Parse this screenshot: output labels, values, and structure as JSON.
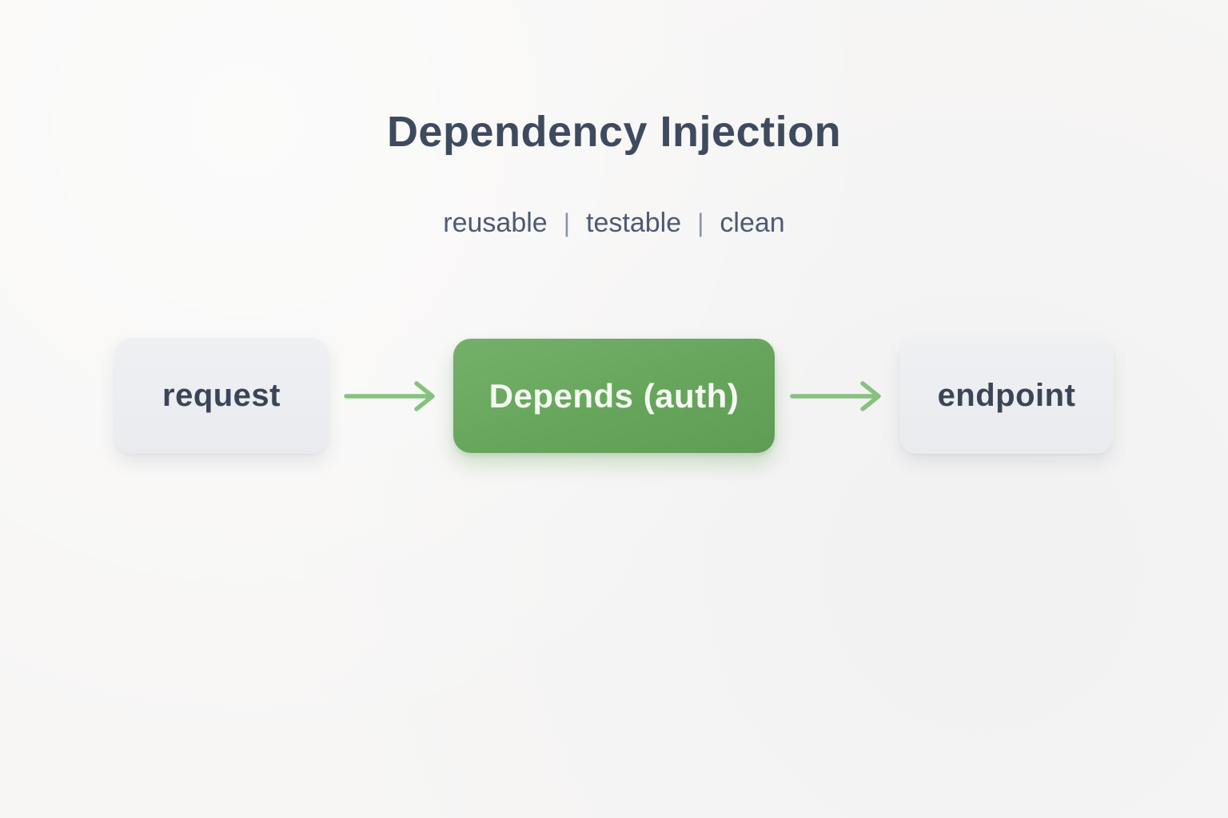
{
  "header": {
    "title": "Dependency Injection",
    "subtitle_items": [
      "reusable",
      "testable",
      "clean"
    ],
    "subtitle_separator": "|"
  },
  "flow": {
    "nodes": [
      {
        "id": "request",
        "label": "request",
        "style": "plain"
      },
      {
        "id": "depends",
        "label": "Depends (auth)",
        "style": "highlight"
      },
      {
        "id": "endpoint",
        "label": "endpoint",
        "style": "plain"
      }
    ],
    "arrows": [
      {
        "from": "request",
        "to": "depends"
      },
      {
        "from": "depends",
        "to": "endpoint"
      }
    ]
  },
  "colors": {
    "background": "#f7f6f5",
    "title_text": "#3e4a5e",
    "subtitle_text": "#4e5a72",
    "plain_node_fill": "#eceef1",
    "plain_node_text": "#3c4457",
    "highlight_node_fill": "#67a55c",
    "highlight_node_text": "#f4faf1",
    "arrow_stroke": "#86c27e"
  }
}
